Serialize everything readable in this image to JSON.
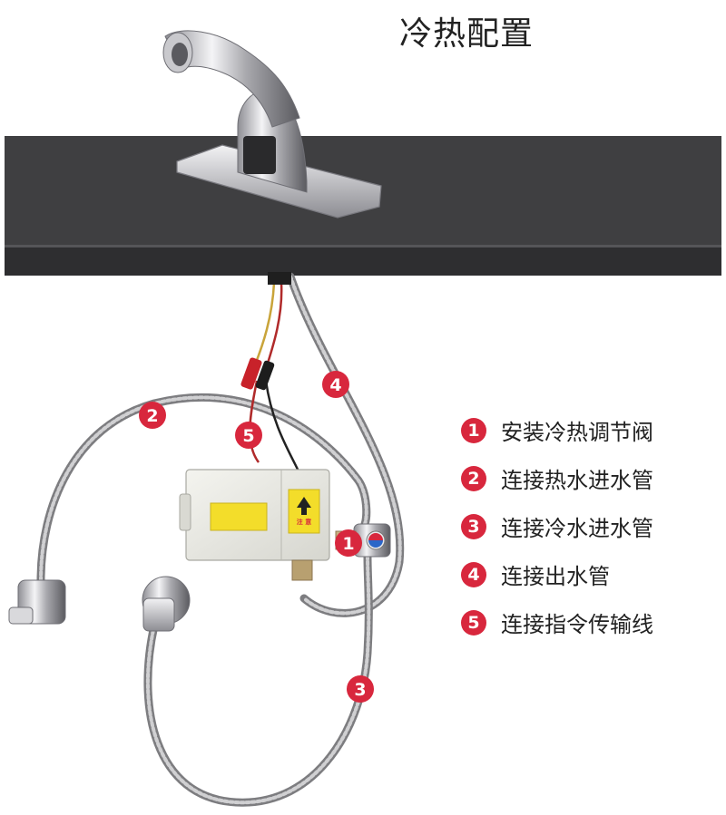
{
  "title": "冷热配置",
  "legend": [
    {
      "num": "1",
      "text": "安装冷热调节阀"
    },
    {
      "num": "2",
      "text": "连接热水进水管"
    },
    {
      "num": "3",
      "text": "连接冷水进水管"
    },
    {
      "num": "4",
      "text": "连接出水管"
    },
    {
      "num": "5",
      "text": "连接指令传输线"
    }
  ],
  "markers": [
    "1",
    "2",
    "3",
    "4",
    "5"
  ],
  "box": {
    "label": "注 意"
  },
  "colors": {
    "marker": "#d8273d",
    "counter": "#3f3f41",
    "counter_edge": "#2d2d2e"
  }
}
